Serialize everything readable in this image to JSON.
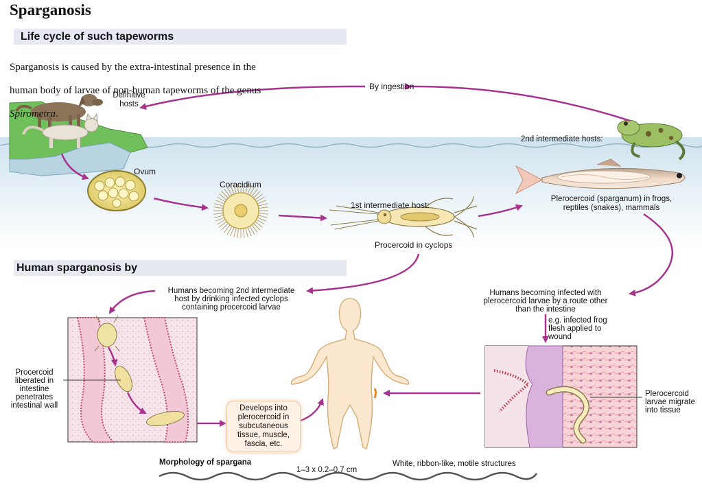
{
  "title": "Sparganosis",
  "section1": {
    "heading": "Life cycle of such tapeworms",
    "intro_lines": [
      "Sparganosis is caused by the extra-intestinal presence in the",
      "human body of larvae of non-human tapeworms of the genus"
    ],
    "genus": "Spirometra",
    "genus_suffix": "."
  },
  "lifecycle": {
    "by_ingestion": "By ingestion",
    "definitive_hosts": "Definitive\nhosts",
    "ovum": "Ovum",
    "coracidium": "Coracidium",
    "first_host": "1st intermediate host:",
    "procercoid": "Procercoid in cyclops",
    "second_host": "2nd intermediate hosts:",
    "plerocercoid": "Plerocercoid (sparganum) in frogs,\nreptiles (snakes), mammals"
  },
  "section2": {
    "heading": "Human sparganosis by",
    "route1": "Humans becoming 2nd intermediate\nhost by drinking infected cyclops\ncontaining procercoid larvae",
    "route2": "Humans becoming infected with\nplerocercoid larvae by a route other\nthan the intestine",
    "route2_example": "e.g. infected frog\nflesh applied to\nwound",
    "procercoid_liberated": "Procercoid\nliberated in\nintestine\npenetrates\nintestinal wall",
    "develops": "Develops into\nplerocercoid in\nsubcutaneous\ntissue, muscle,\nfascia, etc.",
    "plerocercoid_migrate": "Plerocercoid\nlarvae migrate\ninto tissue"
  },
  "morphology": {
    "label": "Morphology of spargana",
    "size": "1–3 x 0.2–0.7 cm",
    "description": "White, ribbon-like, motile structures"
  },
  "colors": {
    "arrow": "#a8338f",
    "band": "#e6e9f2",
    "water": "#dbe9f1",
    "land": "#6fbf5a",
    "skin": "#fbe8cf"
  }
}
